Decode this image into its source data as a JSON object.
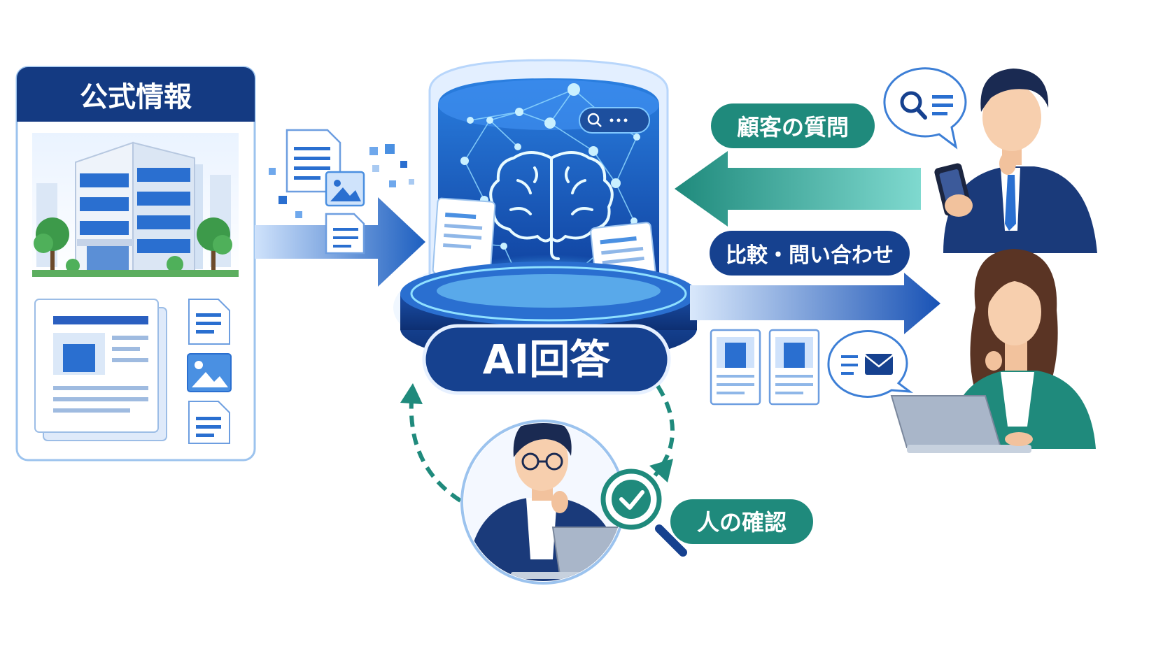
{
  "labels": {
    "official_info": "公式情報",
    "customer_question": "顧客の質問",
    "compare_inquiry": "比較・問い合わせ",
    "ai_answer": "AI回答",
    "human_check": "人の確認"
  },
  "colors": {
    "navy": "#143a82",
    "blue": "#1d5fc0",
    "light_blue": "#cfe2fb",
    "teal": "#1f8a7c",
    "teal_light": "#6ad0c4",
    "glow": "#6fd3ff",
    "white": "#ffffff"
  },
  "icons": [
    "building-icon",
    "document-icon",
    "image-icon",
    "brain-icon",
    "search-icon",
    "mail-icon",
    "checkmark-icon",
    "magnifier-icon",
    "person-icon",
    "laptop-icon",
    "smartphone-icon",
    "speech-bubble-icon"
  ]
}
